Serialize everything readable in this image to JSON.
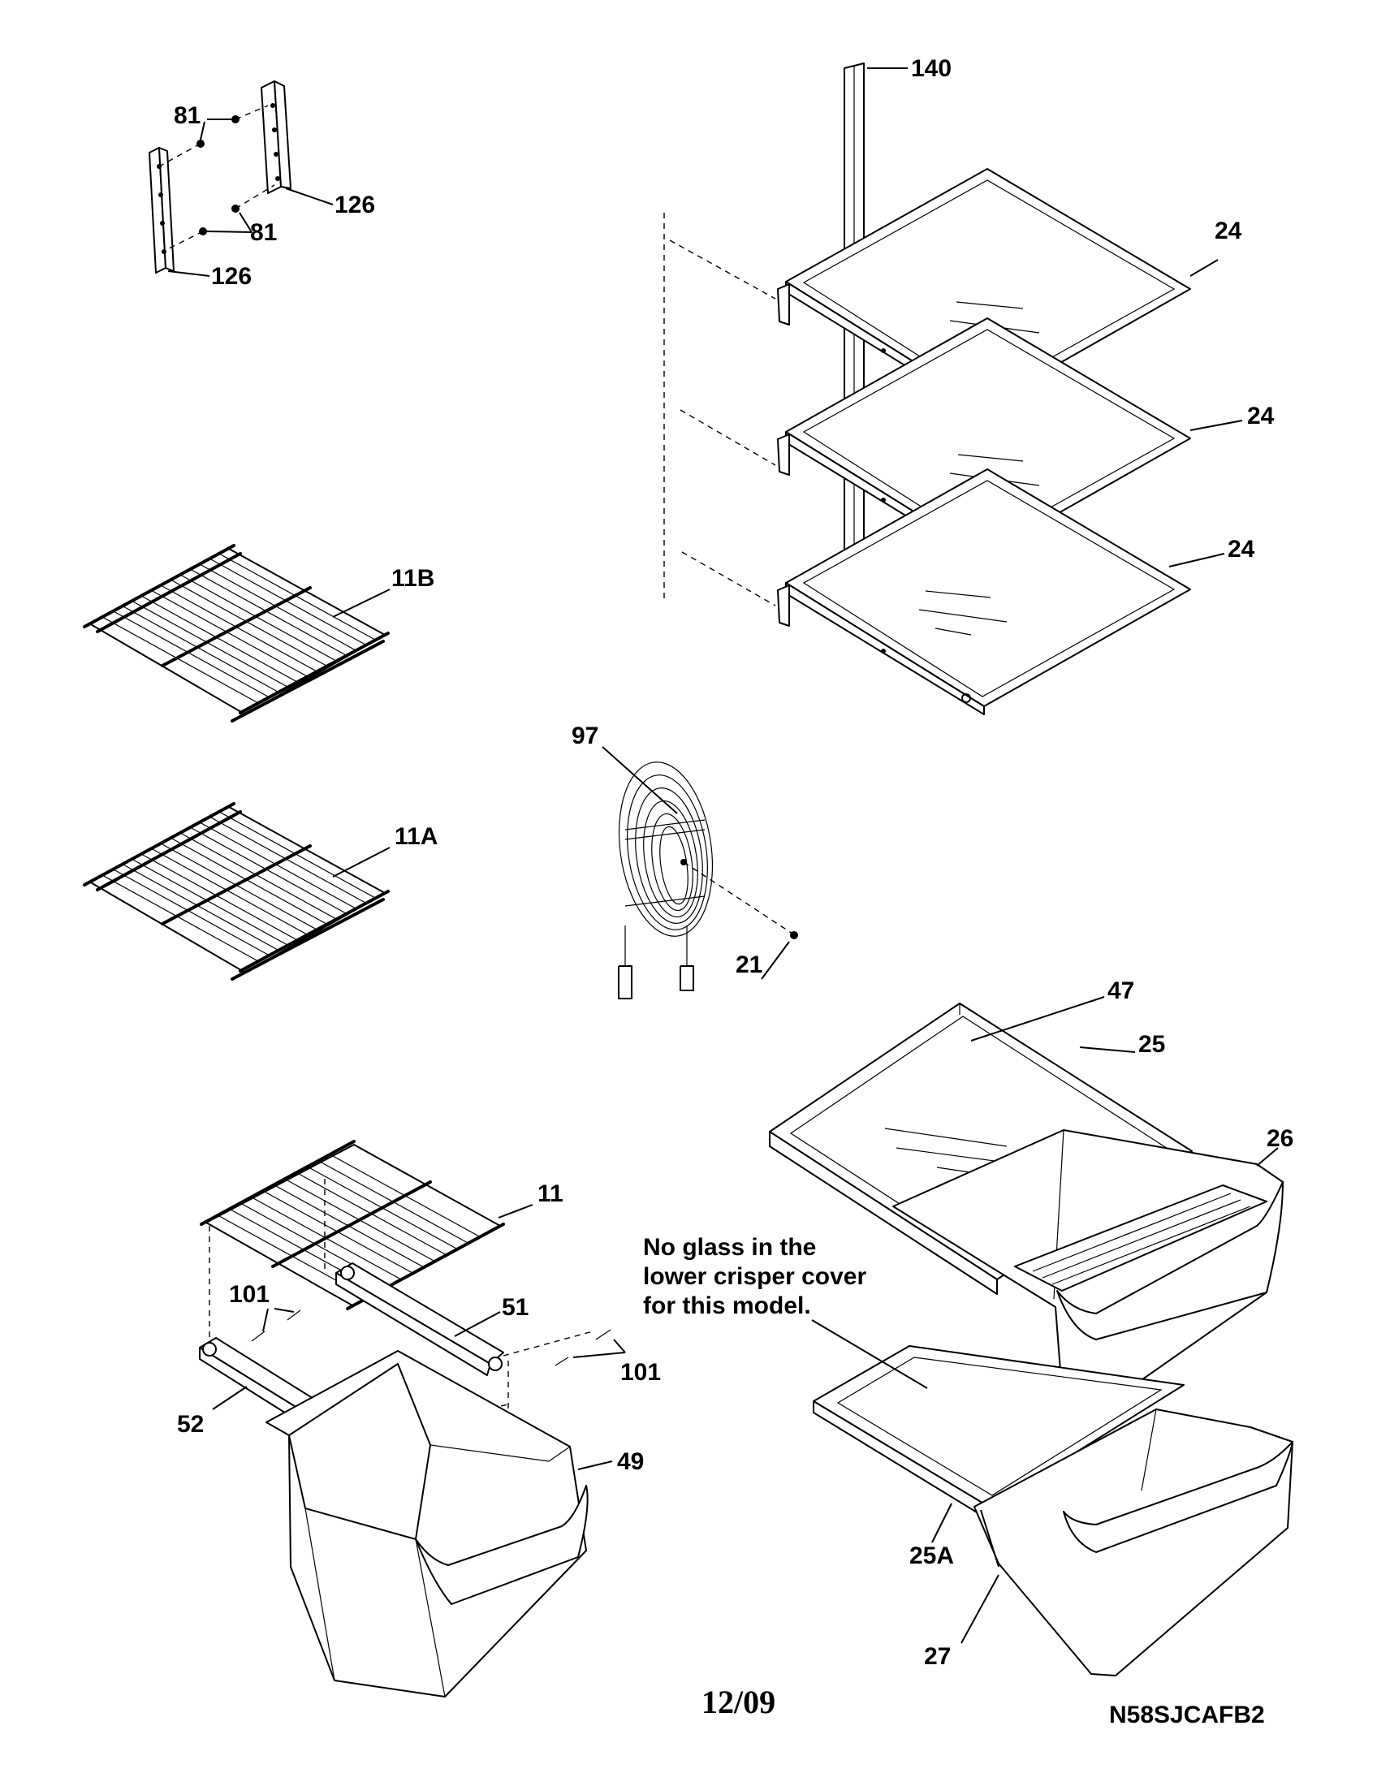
{
  "callouts": {
    "c140": "140",
    "c81a": "81",
    "c81b": "81",
    "c126a": "126",
    "c126b": "126",
    "c24a": "24",
    "c24b": "24",
    "c24c": "24",
    "c11b": "11B",
    "c11a": "11A",
    "c97": "97",
    "c21": "21",
    "c47": "47",
    "c25": "25",
    "c26": "26",
    "c11": "11",
    "c101a": "101",
    "c101b": "101",
    "c51": "51",
    "c52": "52",
    "c49": "49",
    "c25a": "25A",
    "c27": "27"
  },
  "note": {
    "line1": "No glass in the",
    "line2": "lower crisper cover",
    "line3": "for this model."
  },
  "footer": {
    "date": "12/09",
    "model": "N58SJCAFB2"
  }
}
